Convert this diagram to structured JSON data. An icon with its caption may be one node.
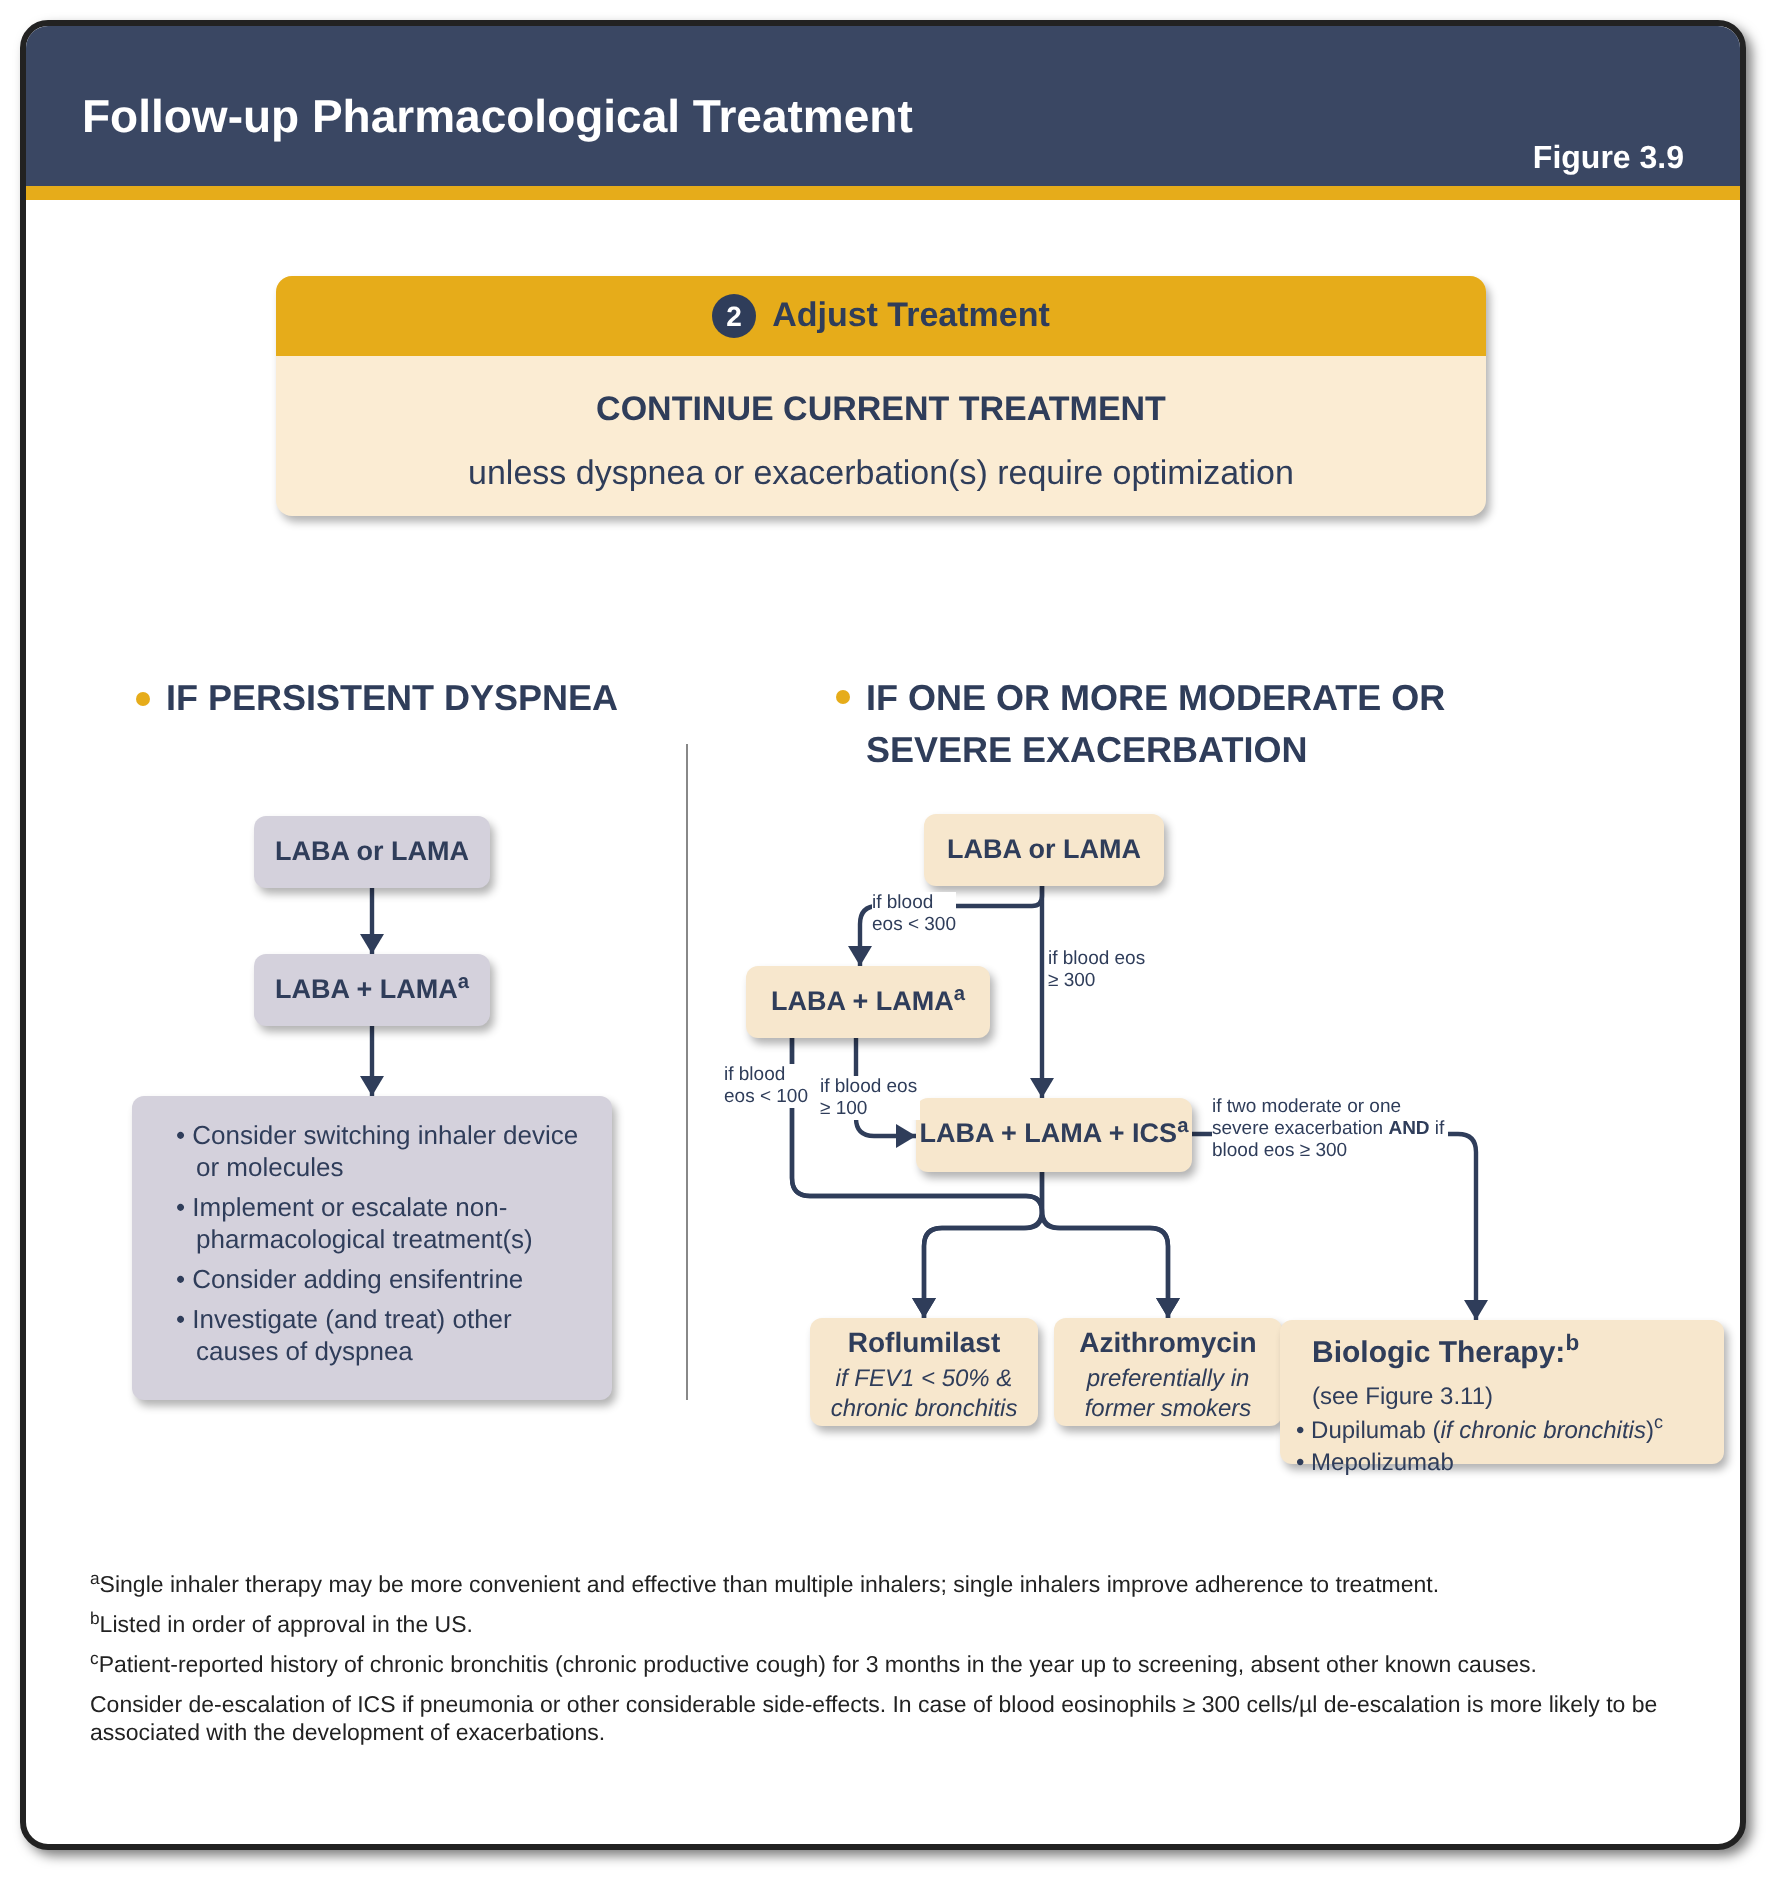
{
  "diagram": {
    "title": "Follow-up Pharmacological Treatment",
    "nodes": [
      {
        "text": [
          "2",
          "Adjust Treatment",
          "CONTINUE CURRENT TREATMENT",
          "unless dyspnea or exacerbation(s) require optimization"
        ]
      },
      {
        "text": [
          "LABA or LAMA"
        ]
      },
      {
        "text": [
          "LABA + LAMA$^{a}$"
        ]
      },
      {
        "text": [
          "• Consider switching inhaler device or molecules",
          "• Implement or escalate non-pharmacological treatment(s)",
          "• Consider adding ensifentrine",
          "• Investigate (and treat) other causes of dyspnea"
        ]
      },
      {
        "text": [
          "LABA or LAMA"
        ]
      },
      {
        "text": [
          "LABA + LAMA$^{a}$"
        ]
      },
      {
        "text": [
          "LABA + LAMA + ICS$^{a}$"
        ]
      },
      {
        "text": [
          "Roflumilast",
          "if FEV1 < 50% & chronic bronchitis"
        ]
      },
      {
        "text": [
          "Azithromycin",
          "preferentially in former smokers"
        ]
      },
      {
        "text": [
          "Biologic Therapy:$^{b}$",
          "(see Figure 3.11)",
          "• Dupilumab (*if chronic bronchitis*)$^{c}$",
          "• Mepolizumab"
        ]
      }
    ],
    "edges": [
      {
        "from": 1,
        "to": 2,
        "arrow": "to"
      },
      {
        "from": 2,
        "to": 3,
        "arrow": "to"
      },
      {
        "from": 4,
        "to": 5,
        "arrow": "to",
        "label": "if blood eos < 300"
      },
      {
        "from": 4,
        "to": 6,
        "arrow": "to",
        "label": "if blood eos ≥ 300"
      },
      {
        "from": 5,
        "to": 6,
        "arrow": "to",
        "label": "if blood eos ≥ 100"
      },
      {
        "from": 5,
        "to": 7,
        "arrow": "to",
        "label": "if blood eos < 100"
      },
      {
        "from": 5,
        "to": 8,
        "arrow": "to"
      },
      {
        "from": 6,
        "to": 7,
        "arrow": "to"
      },
      {
        "from": 6,
        "to": 8,
        "arrow": "to"
      },
      {
        "from": 6,
        "to": 9,
        "arrow": "to",
        "label": "if two moderate or one severe exacerbation **AND** if blood eos ≥ 300"
      }
    ],
    "labels": [
      "Figure 3.9",
      "IF PERSISTENT DYSPNEA",
      "IF ONE OR MORE MODERATE OR SEVERE EXACERBATION",
      "$^{a}$Single inhaler therapy may be more convenient and effective than multiple inhalers; single inhalers improve adherence to treatment.",
      "$^{b}$Listed in order of approval in the US.",
      "$^{c}$Patient-reported history of chronic bronchitis (chronic productive cough) for 3 months in the year up to screening, absent other known causes.",
      "Consider de-escalation of ICS if pneumonia or other considerable side-effects. In case of blood eosinophils ≥ 300 cells/µl de-escalation is more likely to be associated with the development of exacerbations."
    ]
  }
}
